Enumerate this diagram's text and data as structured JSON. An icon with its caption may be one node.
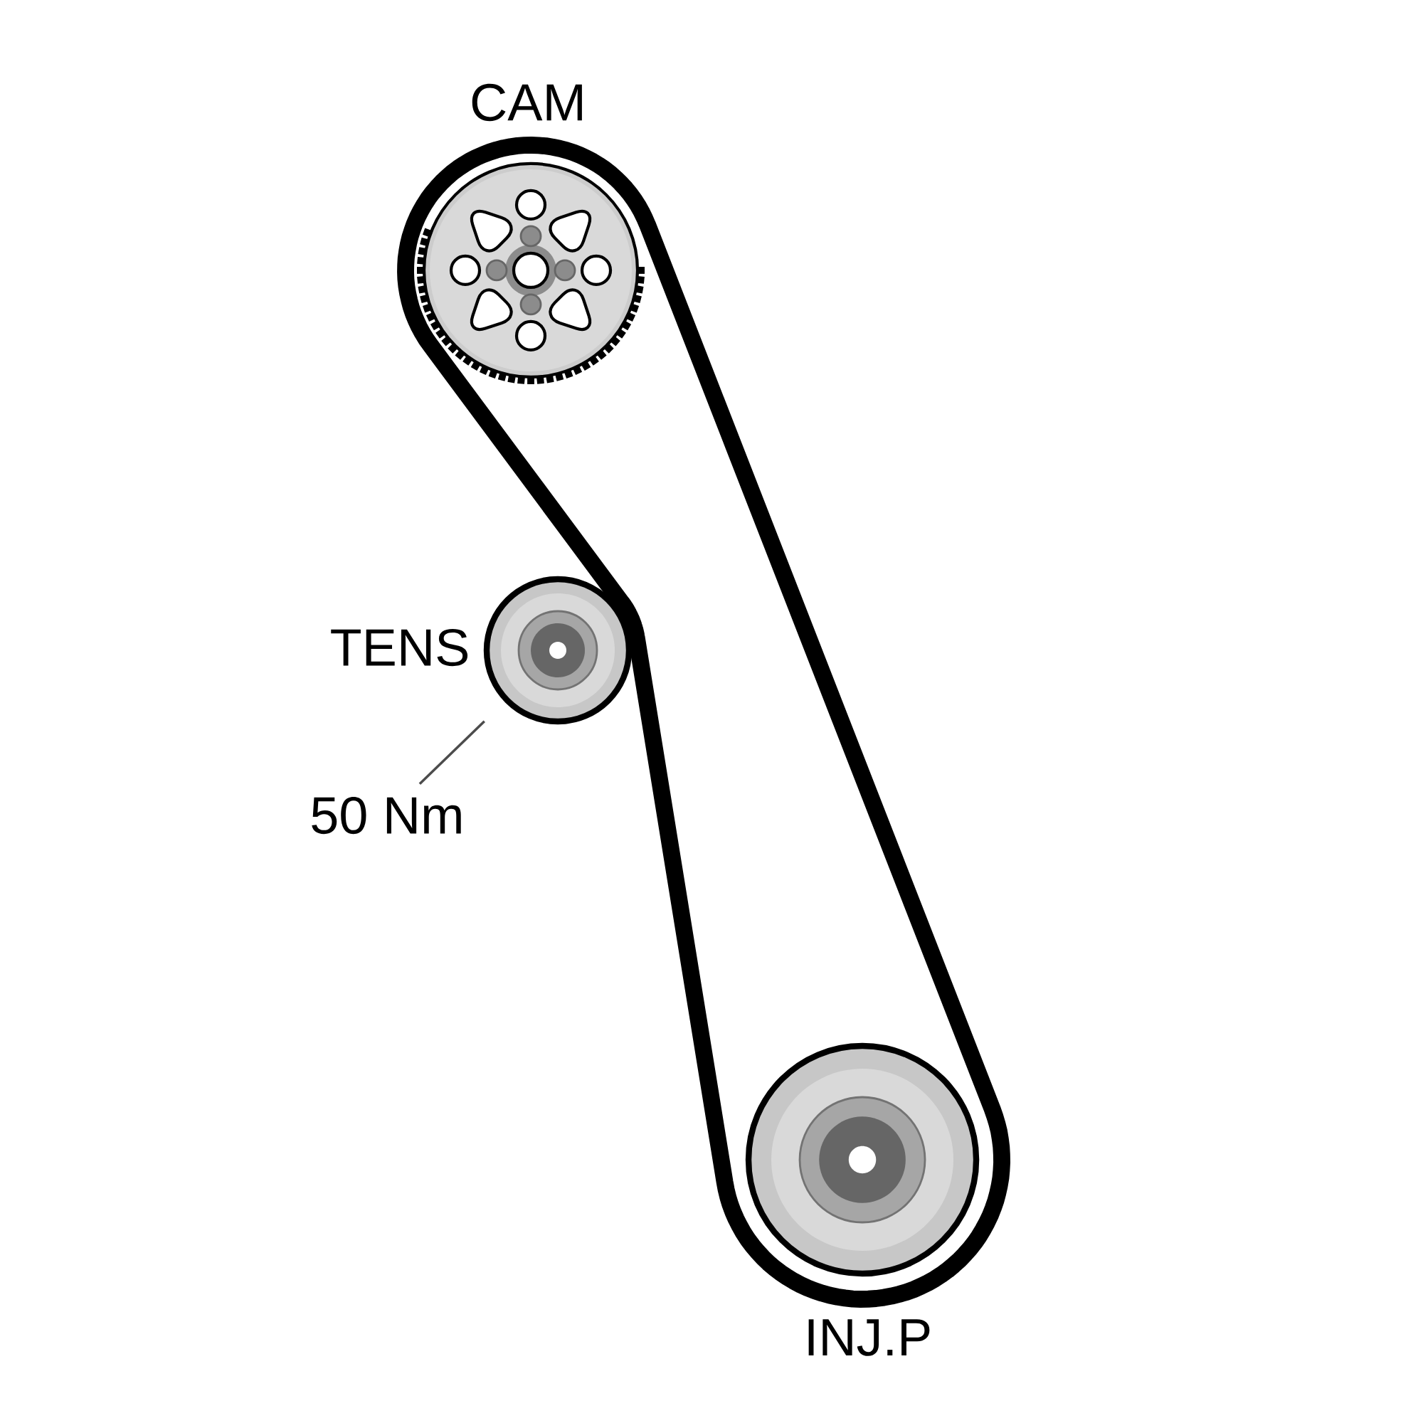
{
  "diagram": {
    "nodes": [
      {
        "text": [
          "CAM"
        ]
      },
      {
        "text": [
          "TENS"
        ]
      },
      {
        "text": [
          "50 Nm"
        ]
      },
      {
        "text": [
          "INJ.P"
        ]
      }
    ],
    "edges": [
      {
        "from": 2,
        "to": 1,
        "arrow": "none"
      }
    ]
  }
}
